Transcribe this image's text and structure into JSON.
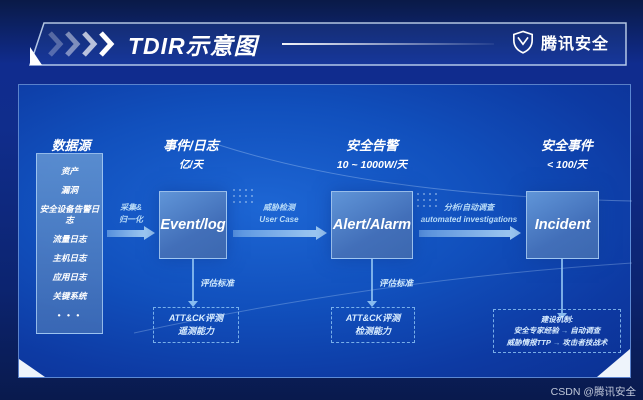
{
  "header": {
    "title": "TDIR示意图",
    "brand": "腾讯安全"
  },
  "columns": [
    {
      "label": "数据源",
      "sublabel": ""
    },
    {
      "label": "事件/日志",
      "sublabel": "亿/天"
    },
    {
      "label": "安全告警",
      "sublabel": "10 ~ 1000W/天"
    },
    {
      "label": "安全事件",
      "sublabel": "< 100/天"
    }
  ],
  "datasource": {
    "items": [
      "资产",
      "漏洞",
      "安全设备告警日志",
      "流量日志",
      "主机日志",
      "应用日志",
      "关键系统",
      "• • •"
    ]
  },
  "flow": {
    "nodes": [
      "Event/log",
      "Alert/Alarm",
      "Incident"
    ],
    "arrow_labels": [
      {
        "line1": "采集&",
        "line2": "归一化"
      },
      {
        "line1": "威胁检测",
        "line2": "User Case"
      },
      {
        "line1": "分析/自动调查",
        "line2": "automated investigations"
      }
    ]
  },
  "evaluation": {
    "label1": "评估标准",
    "label2": "评估标准",
    "attck_telemetry": {
      "line1": "ATT&CK评测",
      "line2": "遥测能力"
    },
    "attck_detection": {
      "line1": "ATT&CK评测",
      "line2": "检测能力"
    },
    "mechanism": {
      "title": "建设机制:",
      "row1_left": "安全专家经验",
      "row1_right": "自动调查",
      "row2_left": "威胁情报TTP",
      "row2_right": "攻击者技战术",
      "arrow": "→"
    }
  },
  "watermark": "CSDN @腾讯安全",
  "colors": {
    "accent": "#9cc7f1",
    "panel": "#1254c2",
    "node": "#4a7cc2",
    "background": "#0c2470",
    "white": "#ffffff"
  }
}
